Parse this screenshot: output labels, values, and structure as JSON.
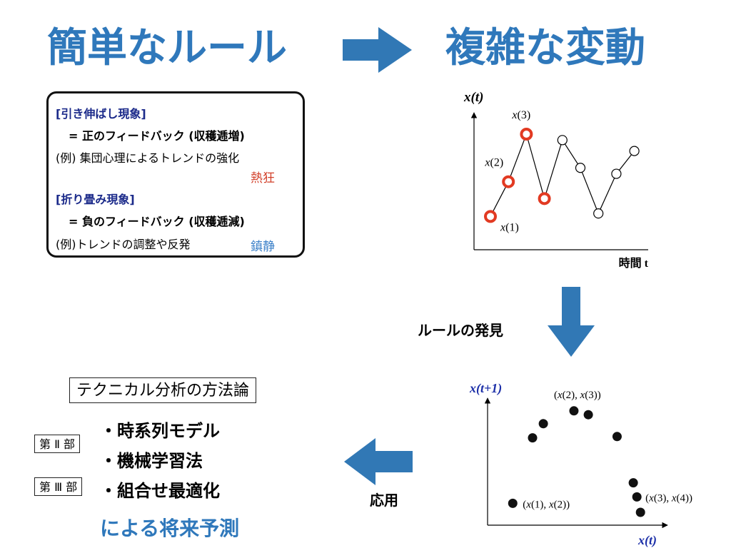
{
  "header": {
    "left_title": "簡単なルール",
    "right_title": "複雑な変動"
  },
  "rules_box": {
    "stretch_heading": "[引き伸ばし現象]",
    "stretch_eq": "= 正のフィードバック (収穫逓増)",
    "stretch_example": "(例) 集団心理によるトレンドの強化",
    "stretch_effect": "熱狂",
    "fold_heading": "[折り畳み現象]",
    "fold_eq": "= 負のフィードバック (収穫逓減)",
    "fold_example": "(例)トレンドの調整や反発",
    "fold_effect": "鎮静"
  },
  "flow": {
    "discover_label": "ルールの発見",
    "apply_label": "応用"
  },
  "methodology": {
    "title": "テクニカル分析の方法論",
    "part2": "第 Ⅱ 部",
    "part3": "第 Ⅲ 部",
    "items": [
      "・時系列モデル",
      "・機械学習法",
      "・組合せ最適化"
    ],
    "conclusion": "による将来予測"
  },
  "colors": {
    "title_blue": "#2f78bb",
    "arrow_blue": "#3178b5",
    "heading_navy": "#1b2a8a",
    "accent_red": "#e23a22",
    "effect_blue": "#3a7fc8",
    "map_label_blue": "#1c2fa8"
  },
  "chart_data": [
    {
      "type": "line",
      "ylabel": "x(t)",
      "xlabel": "時間 t",
      "grid": false,
      "x": [
        1,
        2,
        3,
        4,
        5,
        6,
        7,
        8,
        9
      ],
      "series": [
        {
          "values": [
            0.12,
            0.47,
            0.95,
            0.3,
            0.89,
            0.61,
            0.15,
            0.55,
            0.78
          ]
        }
      ],
      "highlighted_indices": [
        0,
        1,
        2,
        3
      ],
      "annotations": [
        {
          "text": "x(1)",
          "point": 1
        },
        {
          "text": "x(2)",
          "point": 2
        },
        {
          "text": "x(3)",
          "point": 3
        }
      ]
    },
    {
      "type": "scatter",
      "xlabel": "x(t)",
      "ylabel": "x(t+1)",
      "grid": false,
      "points": [
        [
          0.14,
          0.17
        ],
        [
          0.25,
          0.68
        ],
        [
          0.31,
          0.79
        ],
        [
          0.48,
          0.89
        ],
        [
          0.56,
          0.86
        ],
        [
          0.72,
          0.69
        ],
        [
          0.81,
          0.33
        ],
        [
          0.83,
          0.22
        ],
        [
          0.85,
          0.1
        ]
      ],
      "annotations": [
        {
          "text": "(x(1), x(2))",
          "point": [
            0.14,
            0.17
          ]
        },
        {
          "text": "(x(2), x(3))",
          "point": [
            0.48,
            0.89
          ]
        },
        {
          "text": "(x(3), x(4))",
          "point": [
            0.83,
            0.22
          ]
        }
      ]
    }
  ]
}
